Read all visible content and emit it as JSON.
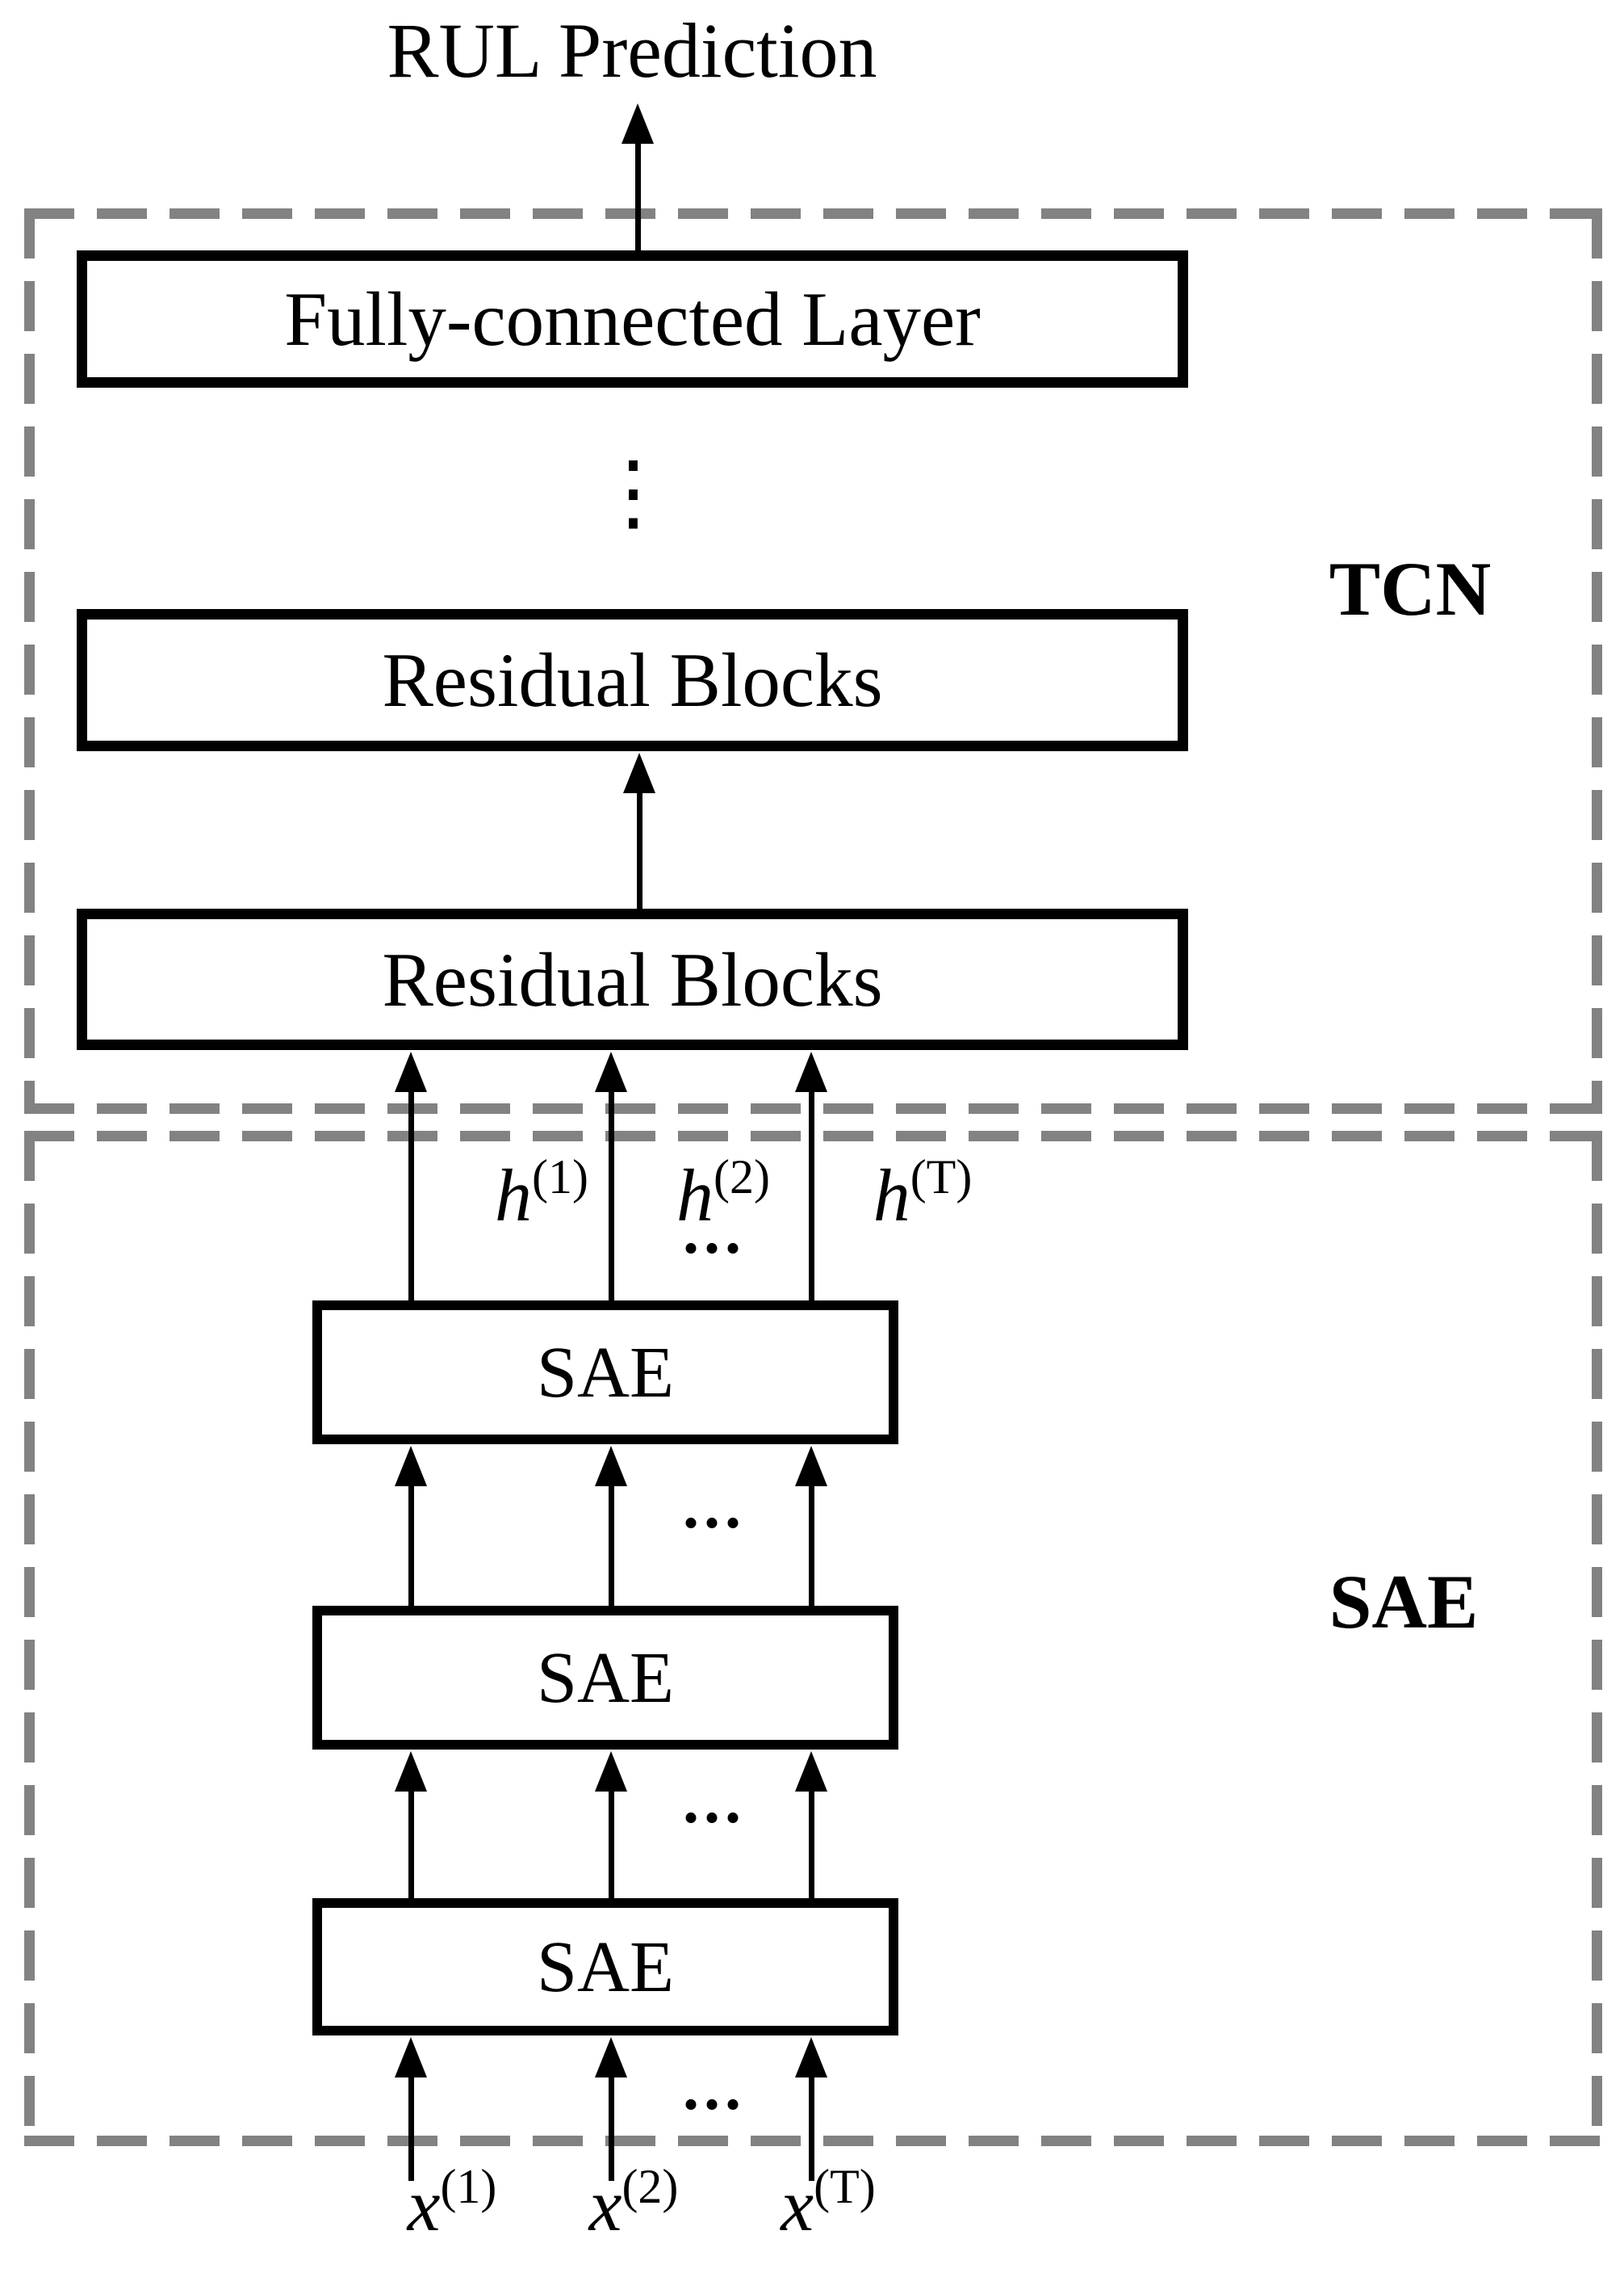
{
  "title": "RUL Prediction",
  "ellipsis": "...",
  "tcn": {
    "label": "TCN",
    "fc_layer": "Fully-connected Layer",
    "vertical_ellipsis": "⋮",
    "residual_blocks": [
      "Residual Blocks",
      "Residual Blocks"
    ]
  },
  "sae": {
    "label": "SAE",
    "boxes": [
      "SAE",
      "SAE",
      "SAE"
    ],
    "hidden_states": [
      {
        "base": "h",
        "sup": "(1)"
      },
      {
        "base": "h",
        "sup": "(2)"
      },
      {
        "base": "h",
        "sup": "(T)"
      }
    ],
    "inputs": [
      {
        "base": "x",
        "sup": "(1)"
      },
      {
        "base": "x",
        "sup": "(2)"
      },
      {
        "base": "x",
        "sup": "(T)"
      }
    ]
  },
  "colors": {
    "dash": "#828282",
    "line": "#000000",
    "background": "#ffffff"
  }
}
